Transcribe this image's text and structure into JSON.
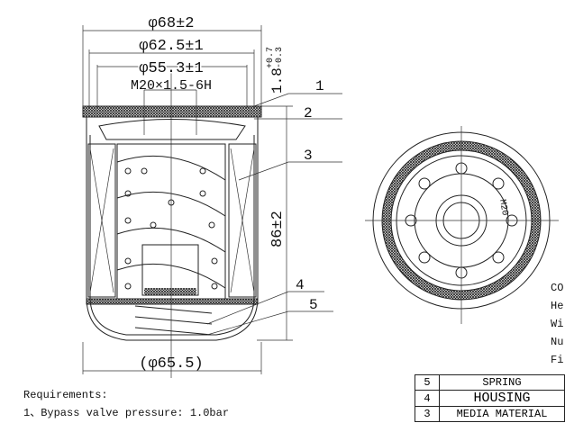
{
  "dimensions": {
    "outer_diameter": "φ68±2",
    "gasket_outer": "φ62.5±1",
    "gasket_inner": "φ55.3±1",
    "thread": "M20×1.5-6H",
    "gasket_thickness": "1.8",
    "gasket_tol_upper": "+0.7",
    "gasket_tol_lower": "-0.3",
    "height": "86±2",
    "base_diameter": "(φ65.5)"
  },
  "balloons": [
    "1",
    "2",
    "3",
    "4",
    "5"
  ],
  "front_view": {
    "thread_label": "M20"
  },
  "side_labels": [
    "CO",
    "He",
    "Wi",
    "Nu",
    "Fi"
  ],
  "requirements": {
    "title": "Requirements:",
    "items": [
      "1、Bypass valve pressure: 1.0bar"
    ]
  },
  "parts_table": [
    {
      "no": "5",
      "name": "SPRING"
    },
    {
      "no": "4",
      "name": "HOUSING"
    },
    {
      "no": "3",
      "name": "MEDIA MATERIAL"
    }
  ]
}
